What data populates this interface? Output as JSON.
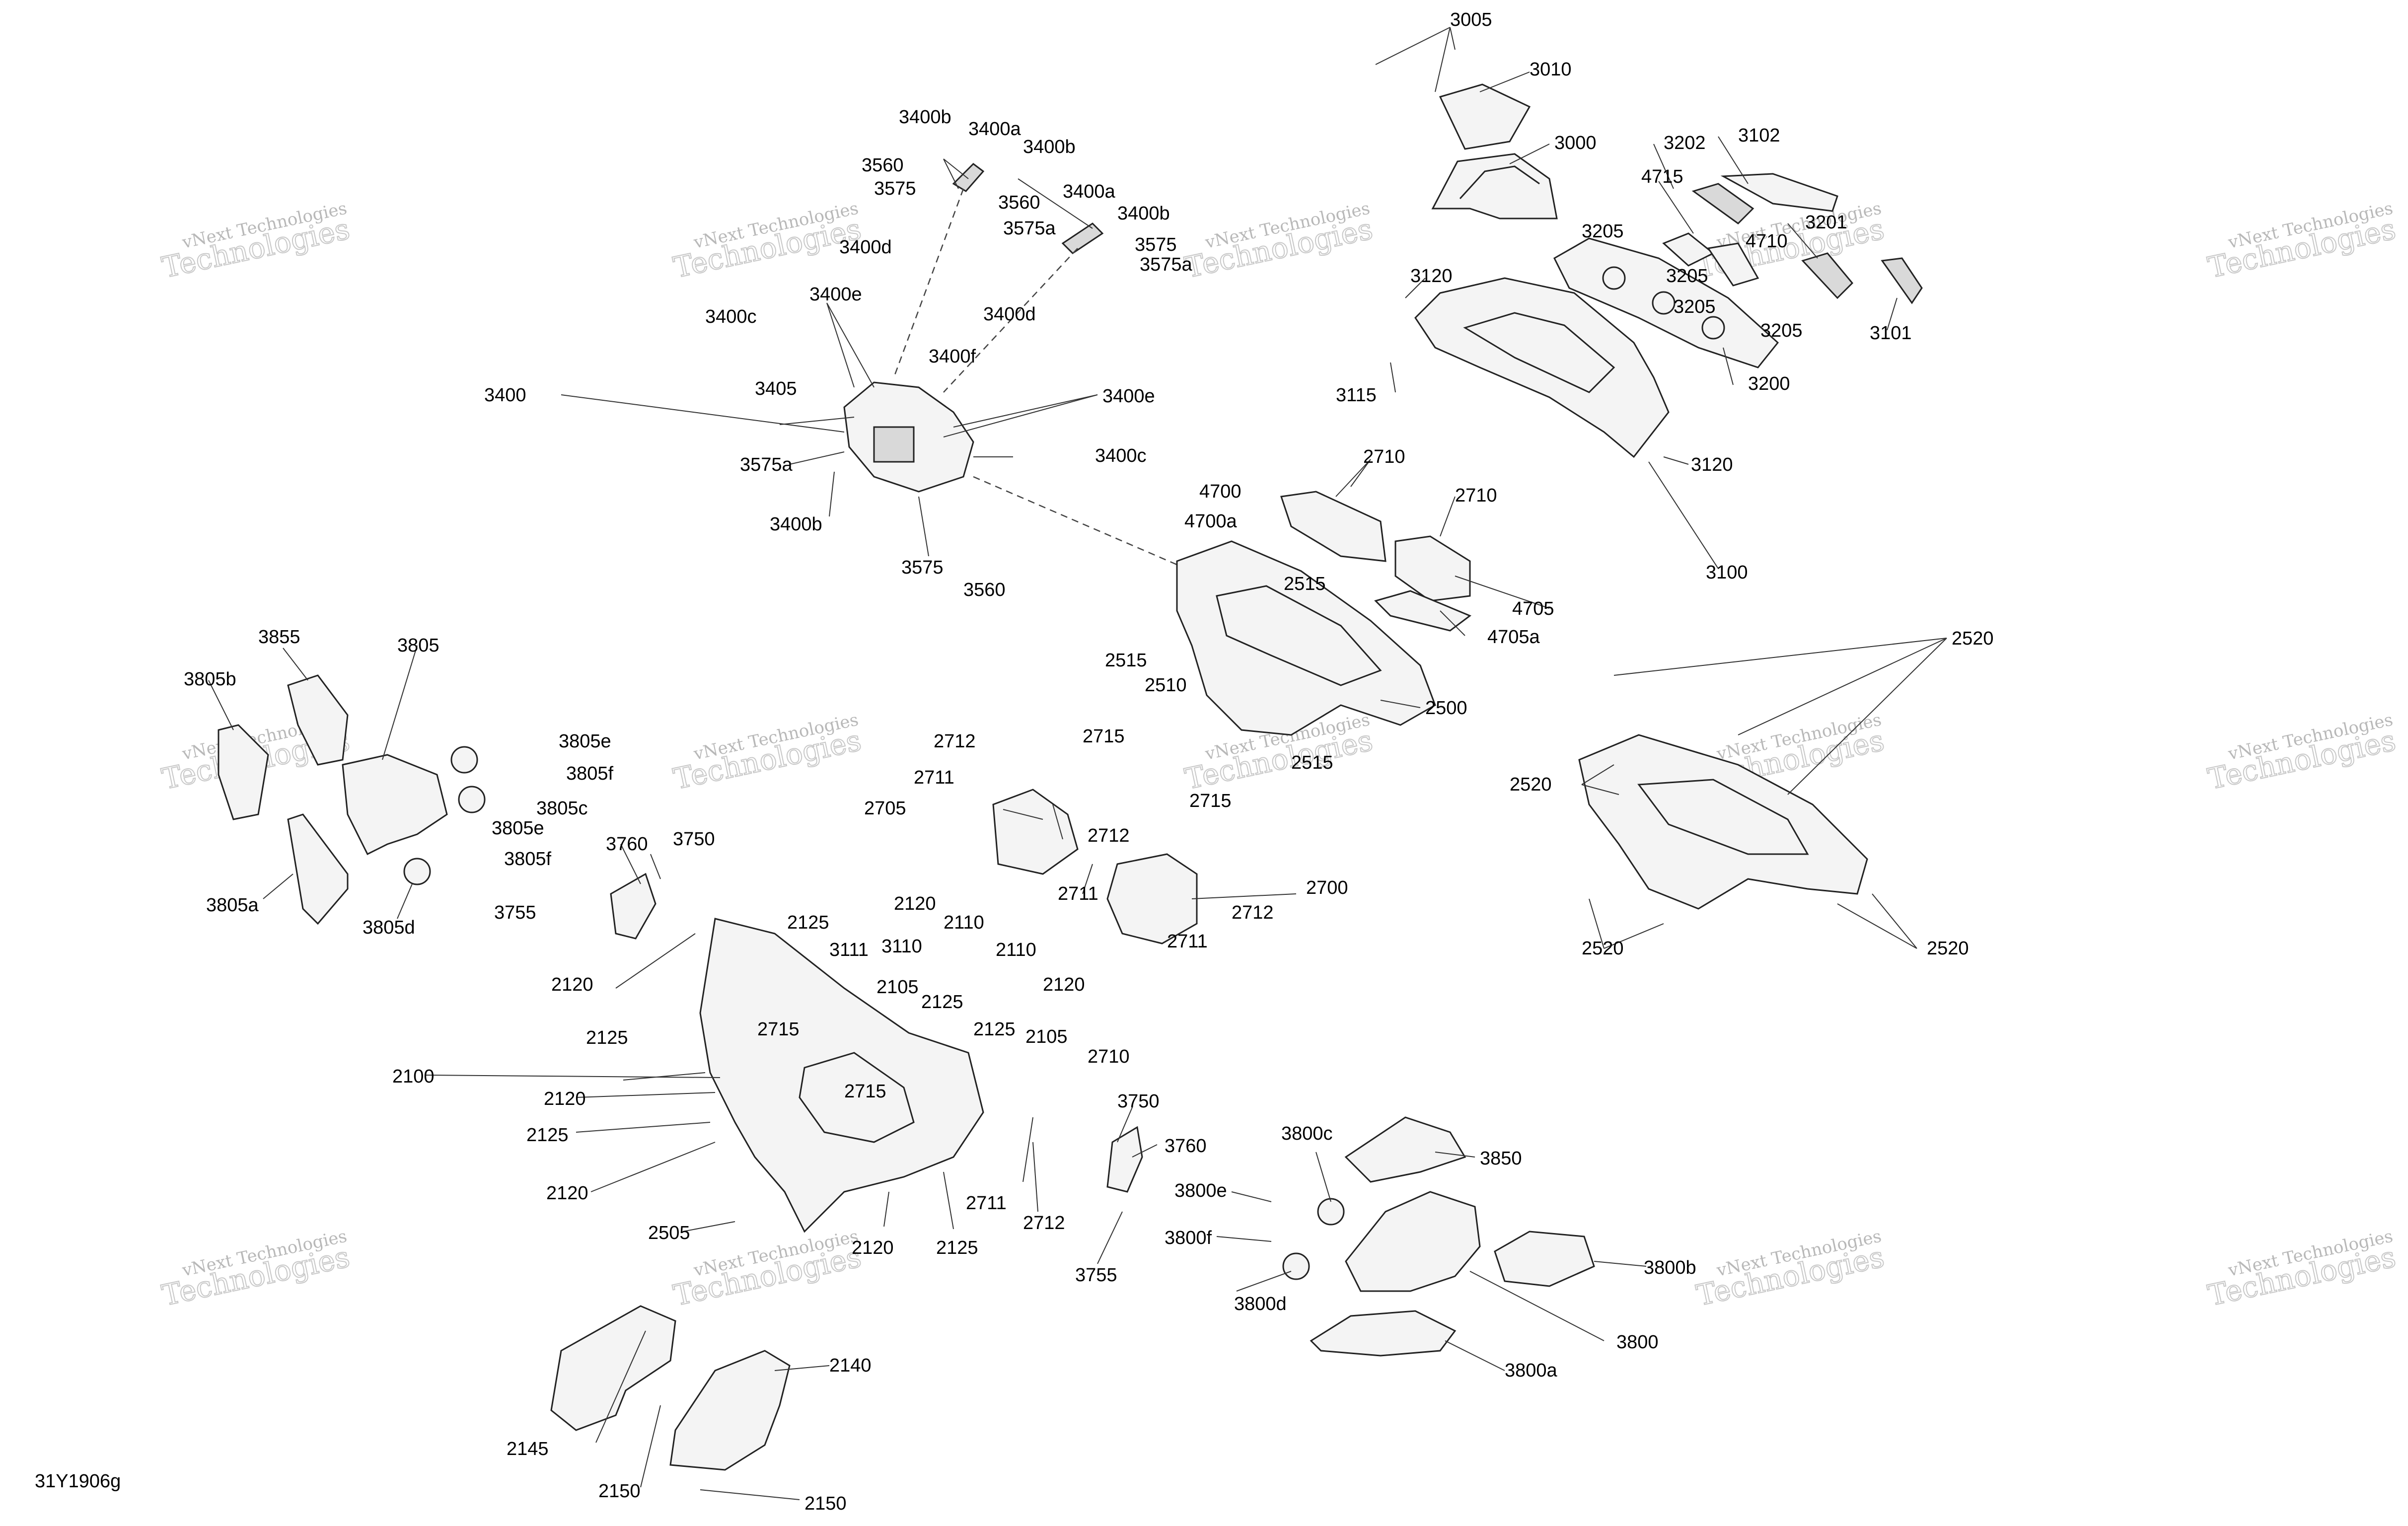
{
  "diagram_code": "31Y1906g",
  "watermark": {
    "line1": "vNext Technologies",
    "line2": "Technologies"
  },
  "colors": {
    "line": "#222222",
    "watermark": "#b8b8b8",
    "part_fill": "#f4f4f4"
  },
  "callouts": [
    "3005",
    "3010",
    "3000",
    "3102",
    "3202",
    "4715",
    "3201",
    "4710",
    "3205",
    "3205",
    "3205",
    "3205",
    "3101",
    "3200",
    "3120",
    "3115",
    "3120",
    "3100",
    "3400b",
    "3400a",
    "3560",
    "3400b",
    "3575",
    "3400a",
    "3560",
    "3400b",
    "3575a",
    "3575",
    "3575a",
    "3400d",
    "3400e",
    "3400c",
    "3400d",
    "3400f",
    "3405",
    "3400",
    "3400e",
    "3575a",
    "3400c",
    "3400b",
    "3575",
    "3560",
    "2710",
    "4700",
    "2710",
    "4700a",
    "2515",
    "4705",
    "4705a",
    "2515",
    "2510",
    "2500",
    "2515",
    "2520",
    "2520",
    "2520",
    "2520",
    "3855",
    "3805",
    "3805b",
    "3805e",
    "3805f",
    "3805c",
    "3805e",
    "3805f",
    "3805a",
    "3805d",
    "3760",
    "3750",
    "3755",
    "2712",
    "2715",
    "2711",
    "2705",
    "2715",
    "2712",
    "2711",
    "2700",
    "2712",
    "2711",
    "2120",
    "2125",
    "2120",
    "3111",
    "3110",
    "2110",
    "2110",
    "2105",
    "2125",
    "2120",
    "2715",
    "2125",
    "2125",
    "2105",
    "2710",
    "2100",
    "2715",
    "2120",
    "2125",
    "2120",
    "2505",
    "2120",
    "2125",
    "2711",
    "2712",
    "3750",
    "3760",
    "3755",
    "3800c",
    "3850",
    "3800e",
    "3800f",
    "3800d",
    "3800b",
    "3800",
    "3800a",
    "2140",
    "2145",
    "2150",
    "2150"
  ]
}
